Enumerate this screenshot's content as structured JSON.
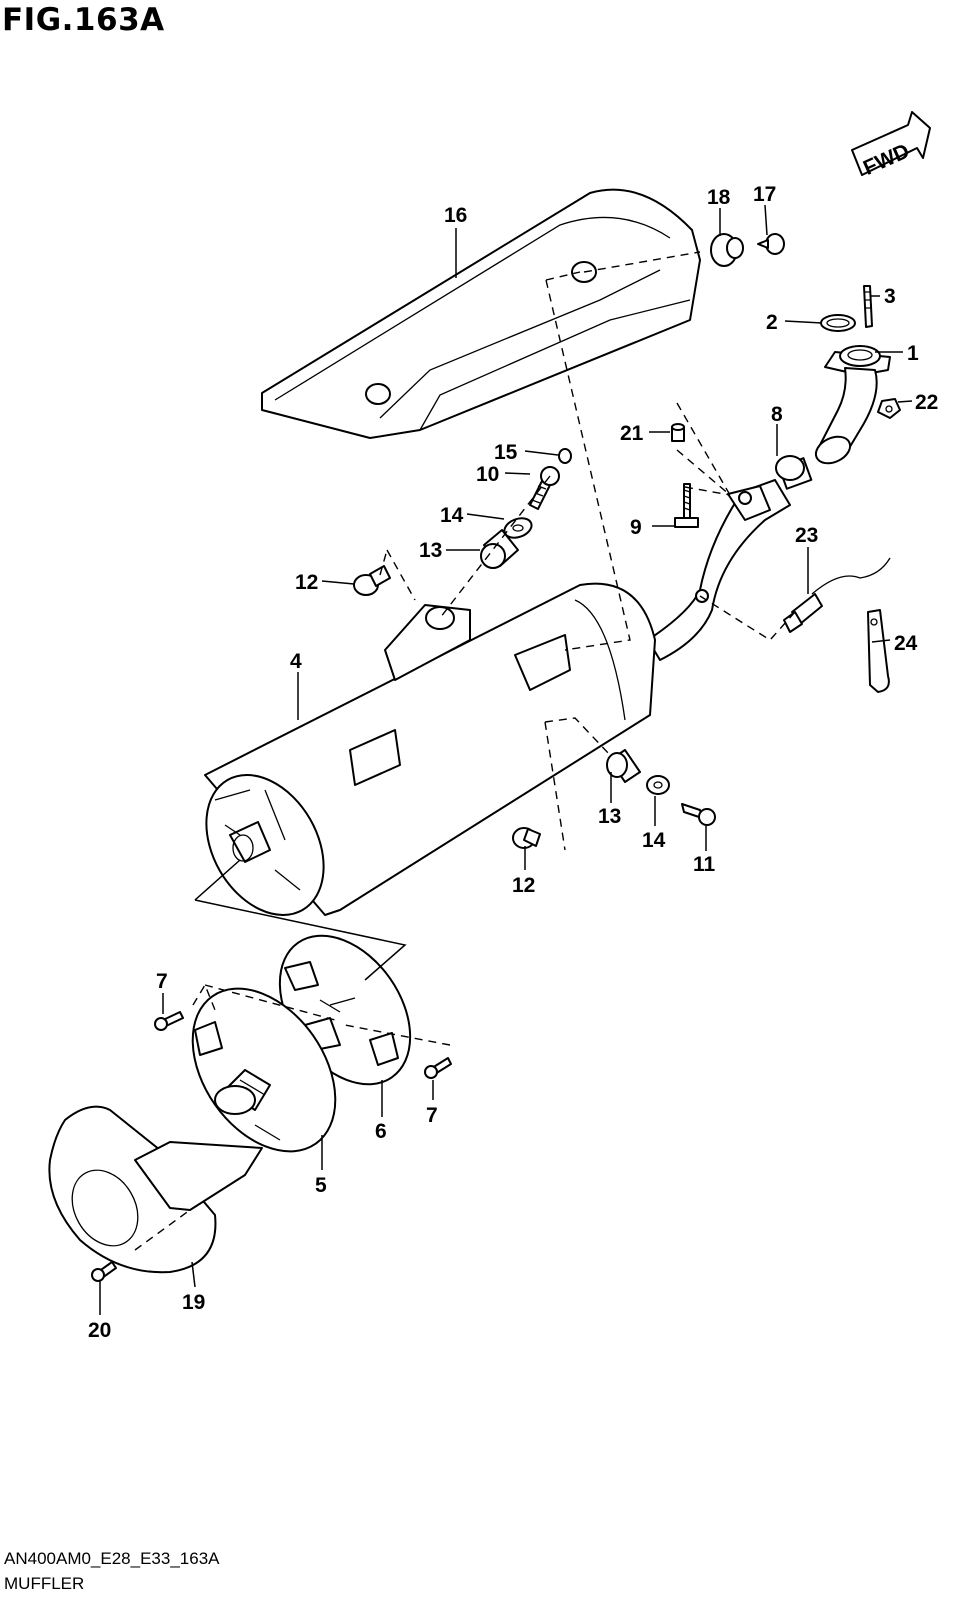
{
  "figure": {
    "title": "FIG.163A",
    "code": "AN400AM0_E28_E33_163A",
    "description": "MUFFLER",
    "fwd_label": "FWD"
  },
  "callouts": {
    "c1": "1",
    "c2": "2",
    "c3": "3",
    "c4": "4",
    "c5": "5",
    "c6": "6",
    "c7a": "7",
    "c7b": "7",
    "c8": "8",
    "c9": "9",
    "c10": "10",
    "c11": "11",
    "c12a": "12",
    "c12b": "12",
    "c13a": "13",
    "c13b": "13",
    "c14a": "14",
    "c14b": "14",
    "c15": "15",
    "c16": "16",
    "c17": "17",
    "c18": "18",
    "c19": "19",
    "c20": "20",
    "c21": "21",
    "c22": "22",
    "c23": "23",
    "c24": "24"
  }
}
